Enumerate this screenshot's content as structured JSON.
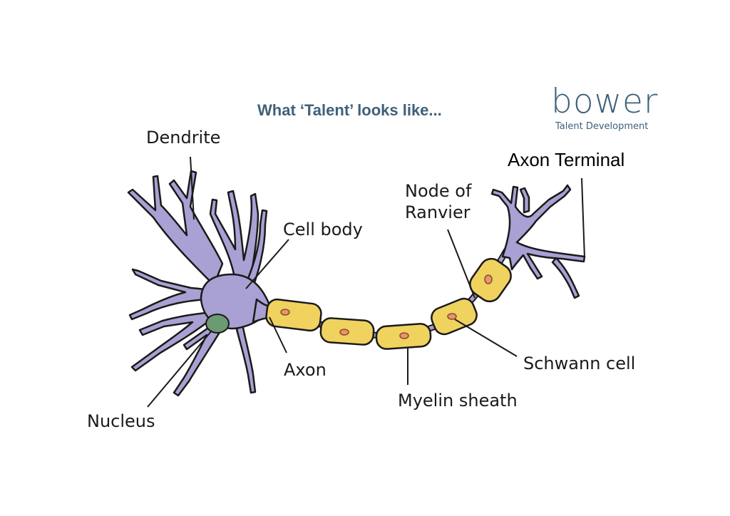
{
  "title": "What ‘Talent’ looks like...",
  "logo": {
    "word": "bower",
    "tagline": "Talent Development"
  },
  "labels": {
    "dendrite": "Dendrite",
    "cell_body": "Cell body",
    "nucleus": "Nucleus",
    "axon": "Axon",
    "myelin_sheath": "Myelin sheath",
    "schwann_cell": "Schwann cell",
    "node_of_ranvier": "Node of\nRanvier",
    "axon_terminal": "Axon Terminal"
  },
  "colors": {
    "neuron_fill": "#a9a0d3",
    "myelin_fill": "#f0d25f",
    "schwann_nucleus": "#e8956b",
    "cell_nucleus": "#6b9a73",
    "outline": "#1a1a1a",
    "title_color": "#3e6178"
  }
}
